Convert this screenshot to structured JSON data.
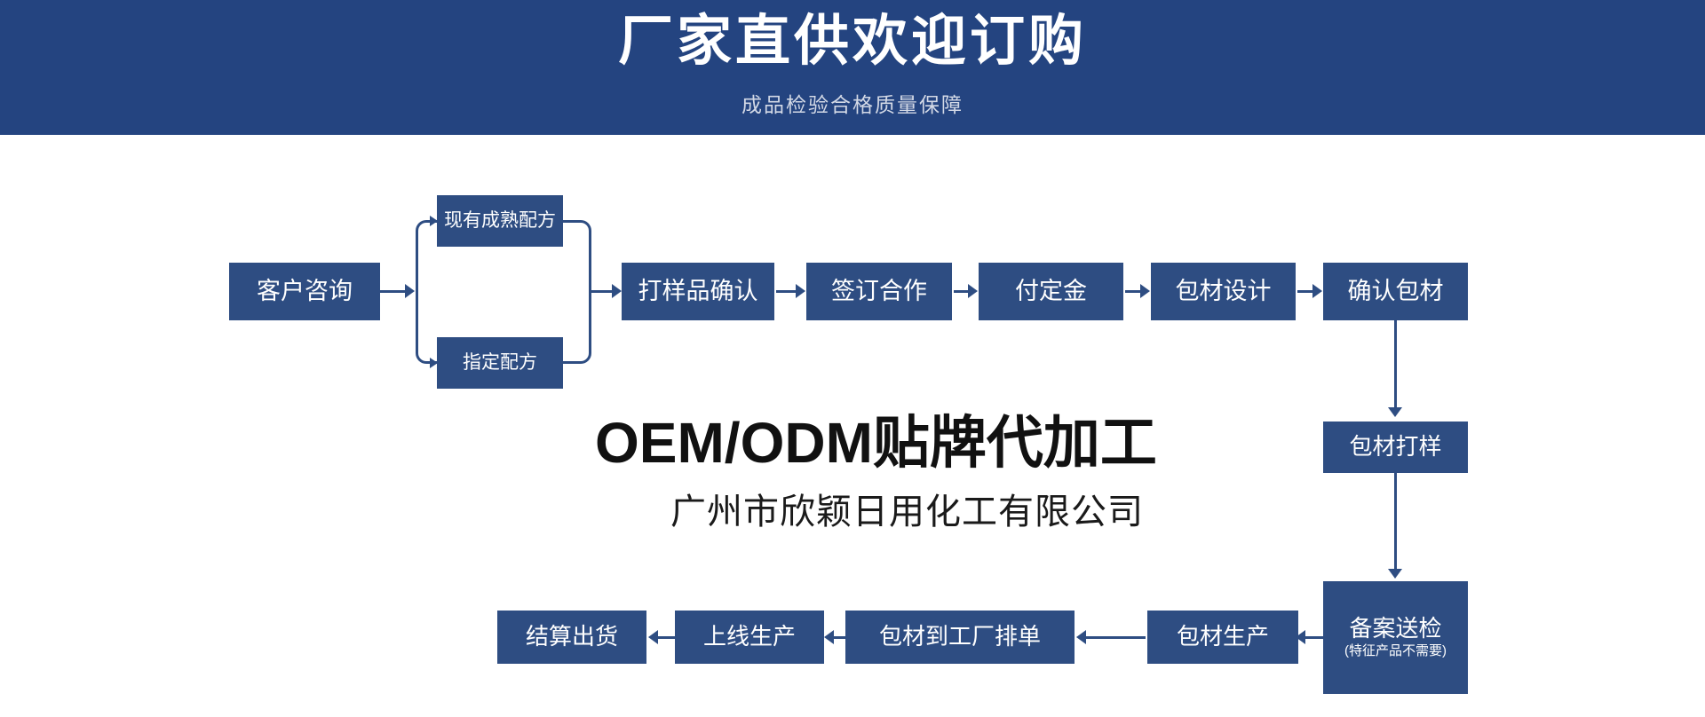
{
  "banner": {
    "title": "厂家直供欢迎订购",
    "subtitle": "成品检验合格质量保障",
    "bg_color": "#244480",
    "title_color": "#ffffff",
    "subtitle_color": "#d3d9e6"
  },
  "headline": {
    "main": "OEM/ODM贴牌代加工",
    "company": "广州市欣颖日用化工有限公司",
    "color": "#111111"
  },
  "flow": {
    "node_color": "#2E4D82",
    "node_text_color": "#ffffff",
    "nodes": {
      "customer_inquiry": "客户咨询",
      "existing_formula": "现有成熟配方",
      "specified_formula": "指定配方",
      "sample_confirm": "打样品确认",
      "sign_contract": "签订合作",
      "pay_deposit": "付定金",
      "packaging_design": "包材设计",
      "confirm_packaging": "确认包材",
      "packaging_sample": "包材打样",
      "filing_inspection": "备案送检",
      "filing_inspection_note": "(特征产品不需要)",
      "packaging_production": "包材生产",
      "packaging_to_factory": "包材到工厂排单",
      "start_production": "上线生产",
      "settle_shipment": "结算出货"
    }
  },
  "chart_data": {
    "type": "diagram",
    "title": "OEM/ODM贴牌代加工",
    "steps": [
      {
        "id": 1,
        "label": "客户咨询",
        "row": "top"
      },
      {
        "id": 2,
        "label": "现有成熟配方",
        "row": "branch-upper"
      },
      {
        "id": 3,
        "label": "指定配方",
        "row": "branch-lower"
      },
      {
        "id": 4,
        "label": "打样品确认",
        "row": "top"
      },
      {
        "id": 5,
        "label": "签订合作",
        "row": "top"
      },
      {
        "id": 6,
        "label": "付定金",
        "row": "top"
      },
      {
        "id": 7,
        "label": "包材设计",
        "row": "top"
      },
      {
        "id": 8,
        "label": "确认包材",
        "row": "top"
      },
      {
        "id": 9,
        "label": "包材打样",
        "row": "right-column"
      },
      {
        "id": 10,
        "label": "备案送检",
        "note": "(特征产品不需要)",
        "row": "right-column"
      },
      {
        "id": 11,
        "label": "包材生产",
        "row": "bottom"
      },
      {
        "id": 12,
        "label": "包材到工厂排单",
        "row": "bottom"
      },
      {
        "id": 13,
        "label": "上线生产",
        "row": "bottom"
      },
      {
        "id": 14,
        "label": "结算出货",
        "row": "bottom"
      }
    ],
    "edges": [
      {
        "from": "客户咨询",
        "to": "现有成熟配方"
      },
      {
        "from": "客户咨询",
        "to": "指定配方"
      },
      {
        "from": "现有成熟配方",
        "to": "打样品确认"
      },
      {
        "from": "指定配方",
        "to": "打样品确认"
      },
      {
        "from": "打样品确认",
        "to": "签订合作"
      },
      {
        "from": "签订合作",
        "to": "付定金"
      },
      {
        "from": "付定金",
        "to": "包材设计"
      },
      {
        "from": "包材设计",
        "to": "确认包材"
      },
      {
        "from": "确认包材",
        "to": "包材打样"
      },
      {
        "from": "包材打样",
        "to": "备案送检"
      },
      {
        "from": "备案送检",
        "to": "包材生产"
      },
      {
        "from": "包材生产",
        "to": "包材到工厂排单"
      },
      {
        "from": "包材到工厂排单",
        "to": "上线生产"
      },
      {
        "from": "上线生产",
        "to": "结算出货"
      }
    ]
  }
}
